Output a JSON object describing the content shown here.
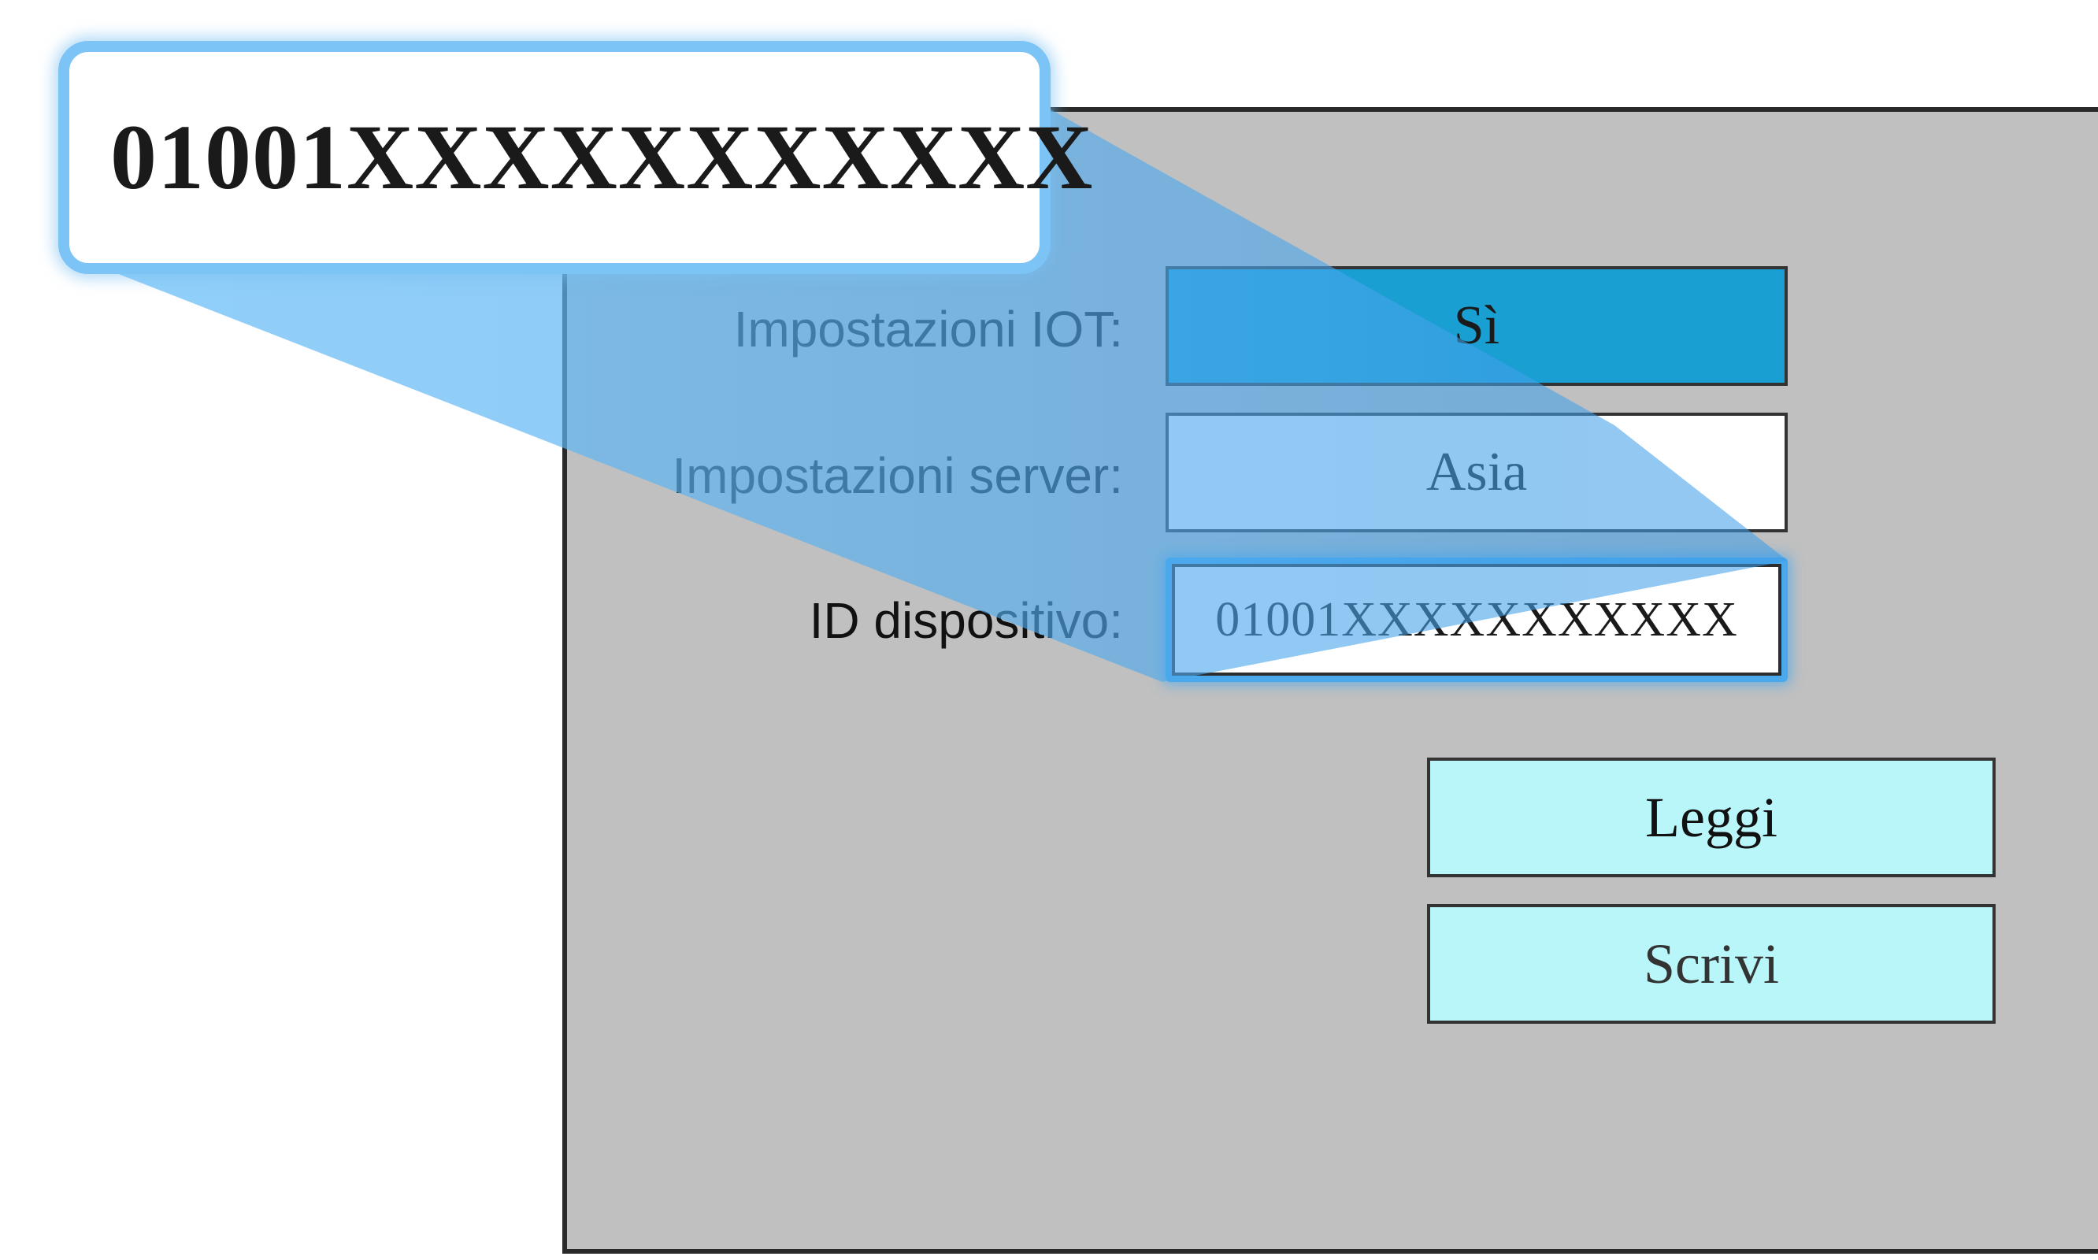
{
  "zoom_callout": {
    "value": "01001XXXXXXXXXXX"
  },
  "iot_settings": {
    "label": "Impostazioni IOT:",
    "value": "Sì"
  },
  "server_settings": {
    "label": "Impostazioni server:",
    "value": "Asia"
  },
  "device_id": {
    "label": "ID dispositivo:",
    "value": "01001XXXXXXXXXXX"
  },
  "buttons": {
    "read_label": "Leggi",
    "write_label": "Scrivi"
  },
  "colors": {
    "panel_bg": "#c0c0c0",
    "iot_field_bg": "#1a9fd3",
    "button_bg": "#b9f6fa",
    "highlight_blue": "#4aa8ec"
  }
}
